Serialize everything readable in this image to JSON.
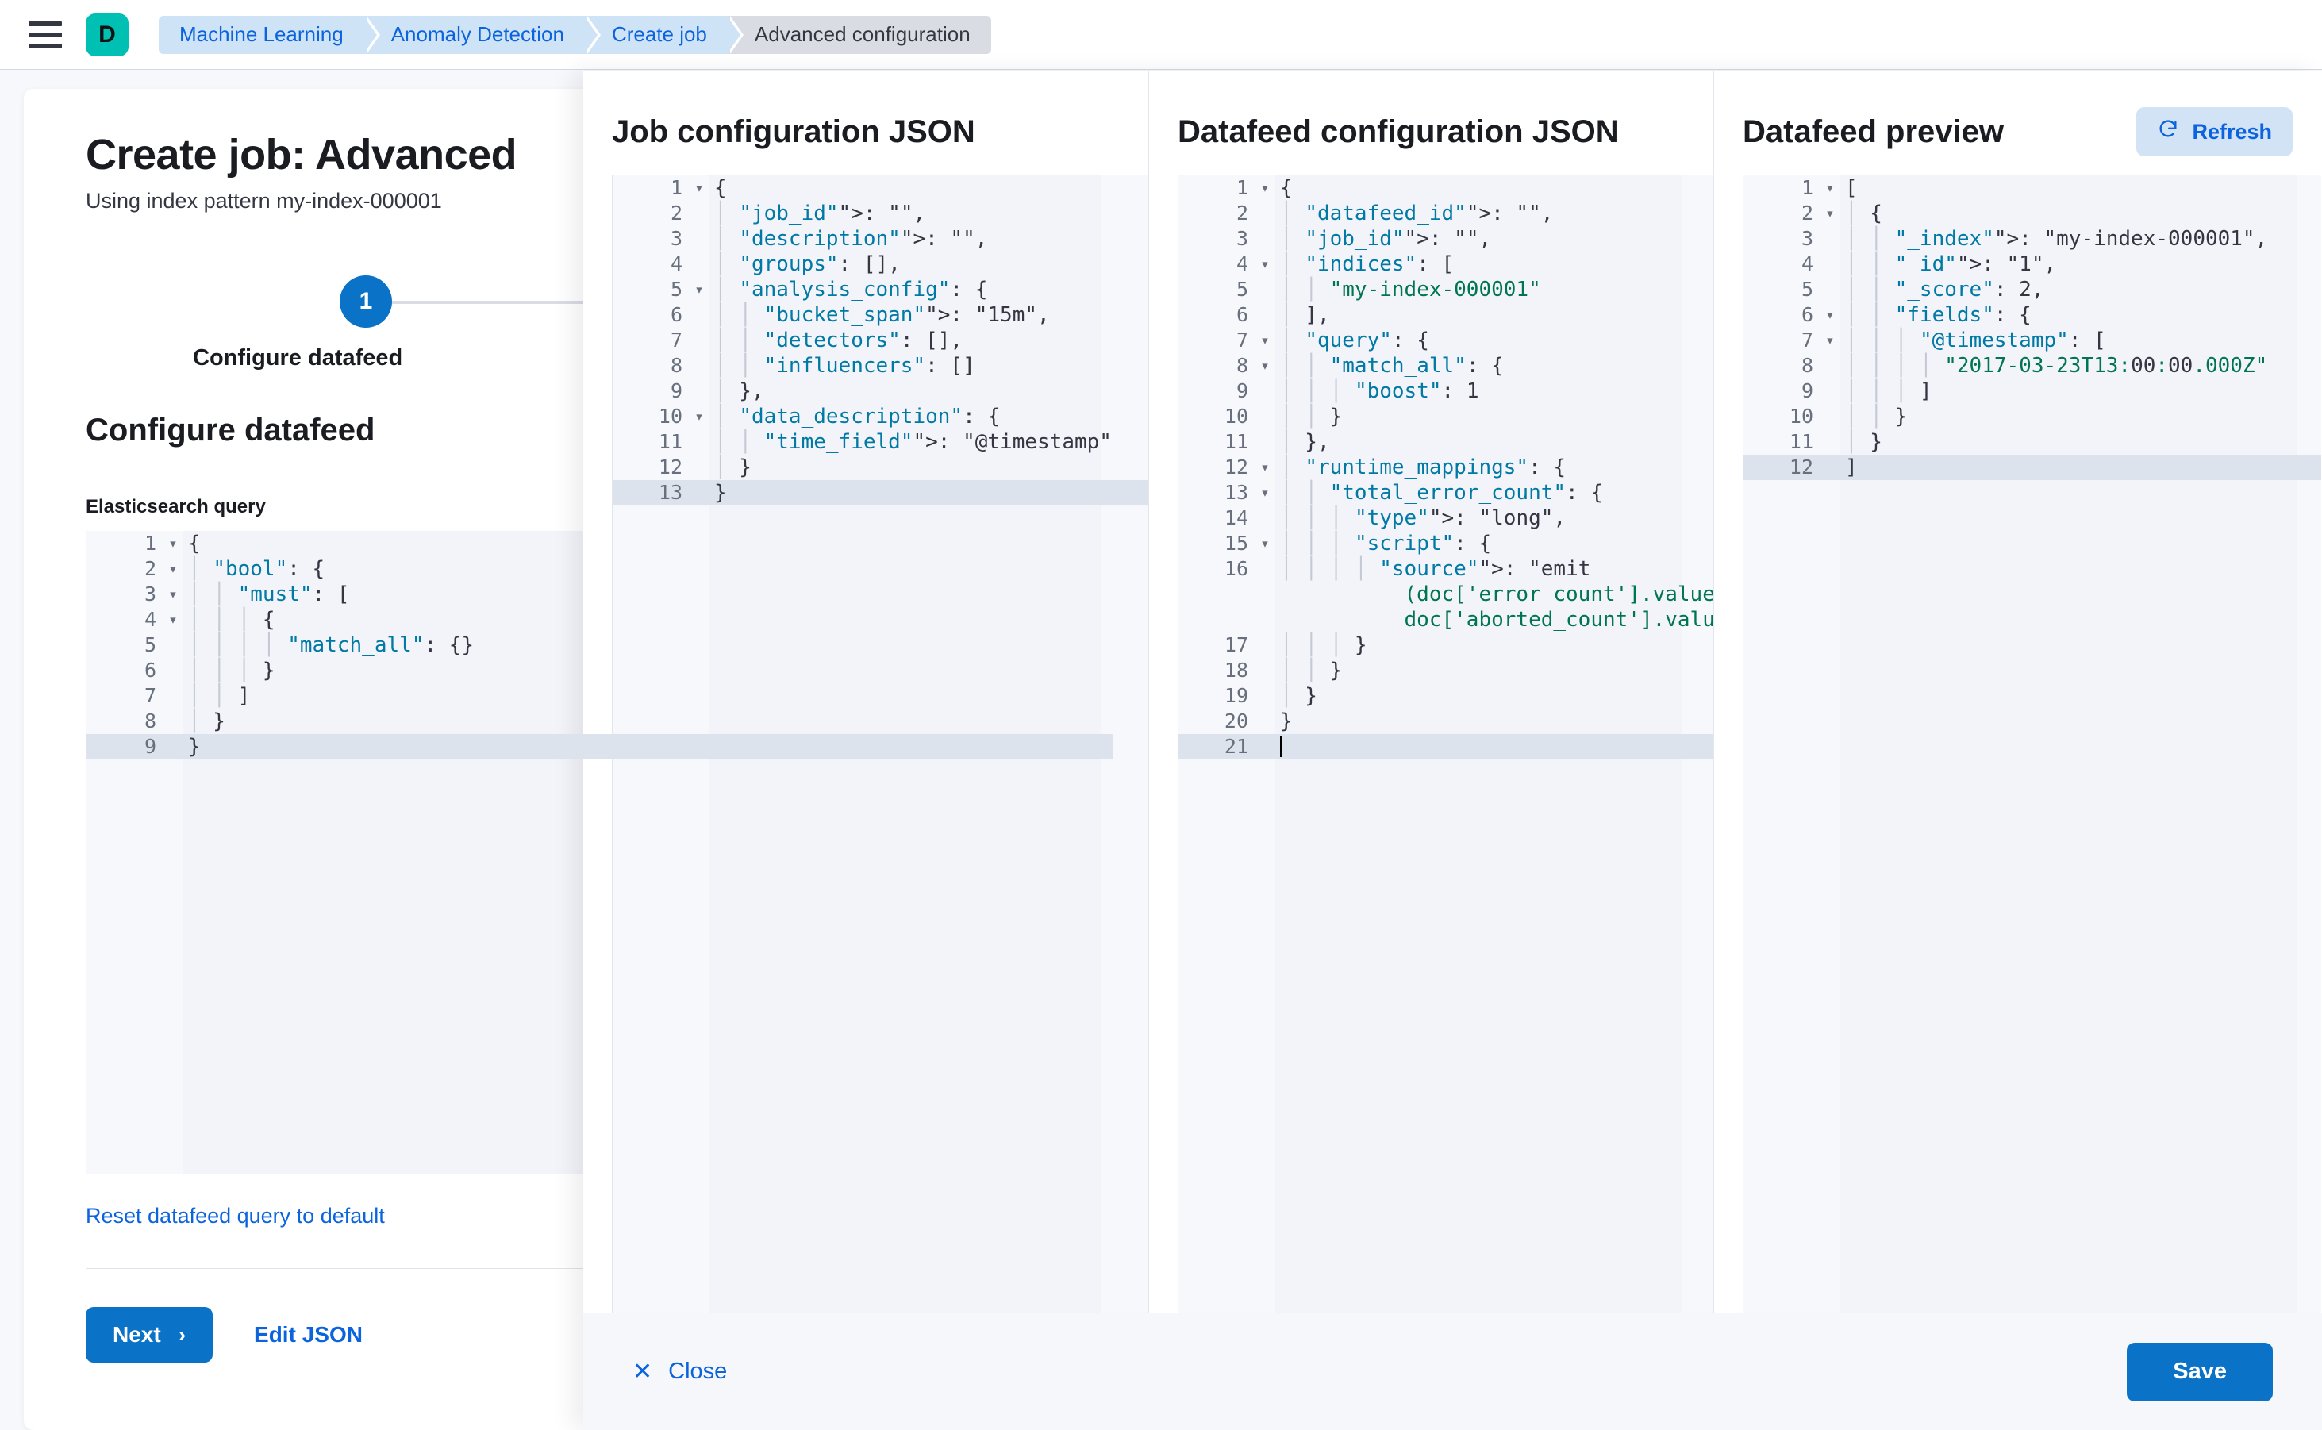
{
  "topbar": {
    "menu_icon": "hamburger-menu-icon",
    "logo_letter": "D",
    "breadcrumbs": [
      {
        "label": "Machine Learning",
        "current": false
      },
      {
        "label": "Anomaly Detection",
        "current": false
      },
      {
        "label": "Create job",
        "current": false
      },
      {
        "label": "Advanced configuration",
        "current": true
      }
    ]
  },
  "page": {
    "title": "Create job: Advanced",
    "subtitle": "Using index pattern my-index-000001",
    "step_number": "1",
    "step_label": "Configure datafeed",
    "section_title": "Configure datafeed",
    "query_field_label": "Elasticsearch query",
    "reset_link": "Reset datafeed query to default",
    "next_label": "Next",
    "next_icon": "chevron-right-icon",
    "edit_json_label": "Edit JSON"
  },
  "es_query_editor": {
    "lines": [
      {
        "num": "1",
        "fold": true,
        "code": "{"
      },
      {
        "num": "2",
        "fold": true,
        "code": "  \"bool\": {"
      },
      {
        "num": "3",
        "fold": true,
        "code": "    \"must\": ["
      },
      {
        "num": "4",
        "fold": true,
        "code": "      {"
      },
      {
        "num": "5",
        "fold": false,
        "code": "        \"match_all\": {}"
      },
      {
        "num": "6",
        "fold": false,
        "code": "      }"
      },
      {
        "num": "7",
        "fold": false,
        "code": "    ]"
      },
      {
        "num": "8",
        "fold": false,
        "code": "  }"
      },
      {
        "num": "9",
        "fold": false,
        "code": "}",
        "active": true
      }
    ]
  },
  "flyout": {
    "columns": [
      {
        "title": "Job configuration JSON",
        "has_refresh": false,
        "lines": [
          {
            "num": "1",
            "fold": true,
            "code": "{"
          },
          {
            "num": "2",
            "fold": false,
            "code": "  \"job_id\": \"\","
          },
          {
            "num": "3",
            "fold": false,
            "code": "  \"description\": \"\","
          },
          {
            "num": "4",
            "fold": false,
            "code": "  \"groups\": [],"
          },
          {
            "num": "5",
            "fold": true,
            "code": "  \"analysis_config\": {"
          },
          {
            "num": "6",
            "fold": false,
            "code": "    \"bucket_span\": \"15m\","
          },
          {
            "num": "7",
            "fold": false,
            "code": "    \"detectors\": [],"
          },
          {
            "num": "8",
            "fold": false,
            "code": "    \"influencers\": []"
          },
          {
            "num": "9",
            "fold": false,
            "code": "  },"
          },
          {
            "num": "10",
            "fold": true,
            "code": "  \"data_description\": {"
          },
          {
            "num": "11",
            "fold": false,
            "code": "    \"time_field\": \"@timestamp\""
          },
          {
            "num": "12",
            "fold": false,
            "code": "  }"
          },
          {
            "num": "13",
            "fold": false,
            "code": "}",
            "active": true
          }
        ]
      },
      {
        "title": "Datafeed configuration JSON",
        "has_refresh": false,
        "lines": [
          {
            "num": "1",
            "fold": true,
            "code": "{"
          },
          {
            "num": "2",
            "fold": false,
            "code": "  \"datafeed_id\": \"\","
          },
          {
            "num": "3",
            "fold": false,
            "code": "  \"job_id\": \"\","
          },
          {
            "num": "4",
            "fold": true,
            "code": "  \"indices\": ["
          },
          {
            "num": "5",
            "fold": false,
            "code": "    \"my-index-000001\""
          },
          {
            "num": "6",
            "fold": false,
            "code": "  ],"
          },
          {
            "num": "7",
            "fold": true,
            "code": "  \"query\": {"
          },
          {
            "num": "8",
            "fold": true,
            "code": "    \"match_all\": {"
          },
          {
            "num": "9",
            "fold": false,
            "code": "      \"boost\": 1"
          },
          {
            "num": "10",
            "fold": false,
            "code": "    }"
          },
          {
            "num": "11",
            "fold": false,
            "code": "  },"
          },
          {
            "num": "12",
            "fold": true,
            "code": "  \"runtime_mappings\": {"
          },
          {
            "num": "13",
            "fold": true,
            "code": "    \"total_error_count\": {"
          },
          {
            "num": "14",
            "fold": false,
            "code": "      \"type\": \"long\","
          },
          {
            "num": "15",
            "fold": true,
            "code": "      \"script\": {"
          },
          {
            "num": "16",
            "fold": false,
            "code": "        \"source\": \"emit",
            "wrap": [
              "          (doc['error_count'].value +",
              "          doc['aborted_count'].value)\""
            ]
          },
          {
            "num": "17",
            "fold": false,
            "code": "      }"
          },
          {
            "num": "18",
            "fold": false,
            "code": "    }"
          },
          {
            "num": "19",
            "fold": false,
            "code": "  }"
          },
          {
            "num": "20",
            "fold": false,
            "code": "}"
          },
          {
            "num": "21",
            "fold": false,
            "code": "",
            "active": true,
            "cursor": true
          }
        ]
      },
      {
        "title": "Datafeed preview",
        "has_refresh": true,
        "refresh_label": "Refresh",
        "refresh_icon": "refresh-icon",
        "lines": [
          {
            "num": "1",
            "fold": true,
            "code": "["
          },
          {
            "num": "2",
            "fold": true,
            "code": "  {"
          },
          {
            "num": "3",
            "fold": false,
            "code": "    \"_index\": \"my-index-000001\","
          },
          {
            "num": "4",
            "fold": false,
            "code": "    \"_id\": \"1\","
          },
          {
            "num": "5",
            "fold": false,
            "code": "    \"_score\": 2,"
          },
          {
            "num": "6",
            "fold": true,
            "code": "    \"fields\": {"
          },
          {
            "num": "7",
            "fold": true,
            "code": "      \"@timestamp\": ["
          },
          {
            "num": "8",
            "fold": false,
            "code": "        \"2017-03-23T13:00:00.000Z\""
          },
          {
            "num": "9",
            "fold": false,
            "code": "      ]"
          },
          {
            "num": "10",
            "fold": false,
            "code": "    }"
          },
          {
            "num": "11",
            "fold": false,
            "code": "  }"
          },
          {
            "num": "12",
            "fold": false,
            "code": "]",
            "active": true
          }
        ]
      }
    ],
    "footer": {
      "close_label": "Close",
      "close_icon": "close-x-icon",
      "save_label": "Save"
    }
  },
  "colors": {
    "accent_blue": "#0b73c7",
    "link_blue": "#0b64dd",
    "logo_teal": "#00bfb3",
    "json_key": "#0079a5",
    "json_string": "#00754f"
  }
}
